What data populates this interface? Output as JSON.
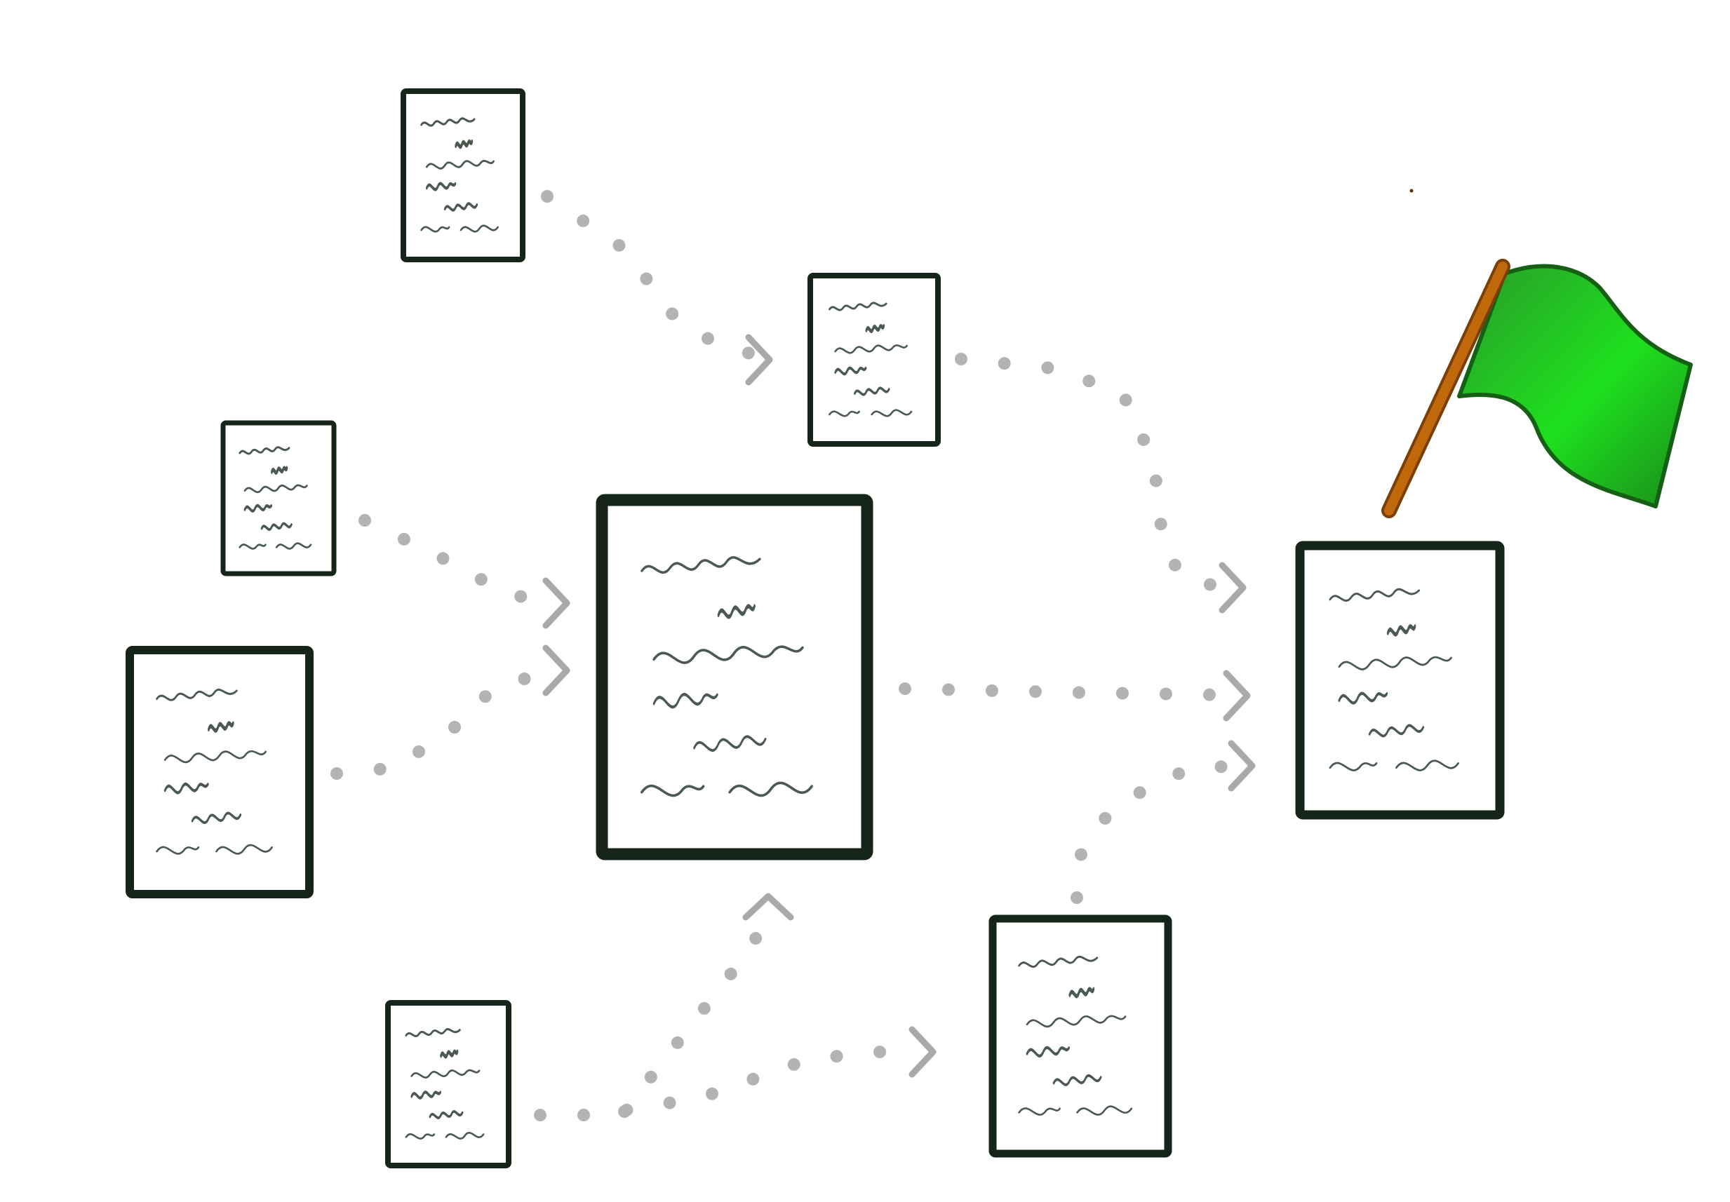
{
  "diagram": {
    "documents": [
      {
        "id": "doc-top-left"
      },
      {
        "id": "doc-top-center"
      },
      {
        "id": "doc-left-mid"
      },
      {
        "id": "doc-left-large"
      },
      {
        "id": "doc-center"
      },
      {
        "id": "doc-bottom-left"
      },
      {
        "id": "doc-bottom-right"
      },
      {
        "id": "doc-goal"
      }
    ],
    "flows": [
      {
        "from": "doc-top-left",
        "to": "doc-top-center"
      },
      {
        "from": "doc-left-mid",
        "to": "doc-center"
      },
      {
        "from": "doc-left-large",
        "to": "doc-center"
      },
      {
        "from": "doc-bottom-left",
        "to": "doc-center"
      },
      {
        "from": "doc-bottom-left",
        "to": "doc-bottom-right"
      },
      {
        "from": "doc-top-center",
        "to": "doc-goal"
      },
      {
        "from": "doc-center",
        "to": "doc-goal"
      },
      {
        "from": "doc-bottom-right",
        "to": "doc-goal"
      }
    ],
    "goal_marker": {
      "icon": "green-flag-icon",
      "flag_color": "#1fb81f",
      "pole_color": "#b8650a"
    },
    "colors": {
      "document_border": "#15251a",
      "scribble": "#4a5a50",
      "connector": "#b3b3b3"
    }
  }
}
